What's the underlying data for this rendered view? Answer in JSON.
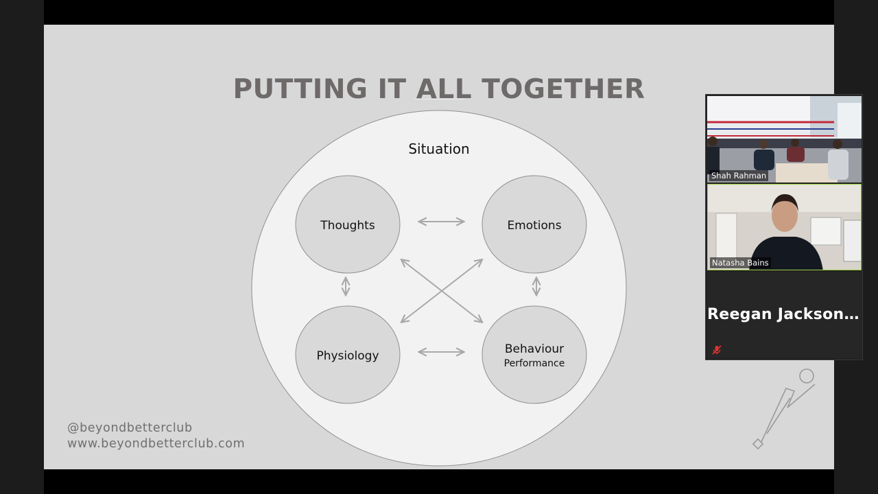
{
  "slide": {
    "title": "PUTTING IT ALL TOGETHER",
    "diagram": {
      "outer_label": "Situation",
      "nodes": {
        "thoughts": "Thoughts",
        "emotions": "Emotions",
        "physiology": "Physiology",
        "behaviour": "Behaviour",
        "behaviour_sub": "Performance"
      }
    },
    "footer": {
      "handle": "@beyondbetterclub",
      "website": "www.beyondbetterclub.com"
    }
  },
  "video_panel": {
    "participants": [
      {
        "name": "Shah Rahman",
        "video": true
      },
      {
        "name": "Natasha Bains",
        "video": true,
        "active_speaker": true
      },
      {
        "name": "Reegan  Jackson...",
        "video": false,
        "muted": true
      }
    ],
    "active_border_color": "#9bd13b",
    "muted_icon_color": "#e0322e"
  }
}
